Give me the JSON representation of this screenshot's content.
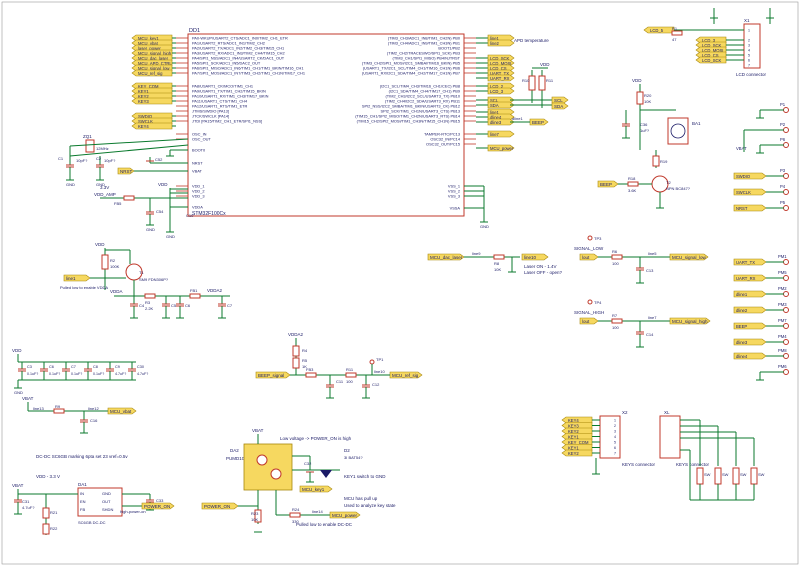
{
  "colors": {
    "wire": "#0b7a2e",
    "component": "#c0392b",
    "text": "#1a1a66",
    "net_tag": "#f6d860"
  },
  "mcu": {
    "ref": "DD1",
    "part": "STM32F100Cx",
    "left_pins": [
      "PA0-WKUP/USART2_CTS/ADC1_IN0/TIM2_CH1_ETR",
      "PA1/USART2_RTS/ADC1_IN1/TIM2_CH2",
      "PA2/USART2_TX/ADC1_IN2/TIM2_CH3/TIM15_CH1",
      "PA3/USART2_RX/ADC1_IN3/TIM2_CH4/TIM15_CH2",
      "PA4/SPI1_NSS/ADC1_IN4/USART2_CK/DAC1_OUT",
      "PA5/SPI1_SCK/ADC1_IN5/DAC2_OUT",
      "PA6/SPI1_MISO/ADC1_IN6/TIM1_CH1/TIM1_BKIN/TIM16_CH1",
      "PA7/SPI1_MOSI/ADC1_IN7/TIM3_CH2/TIM1_CH1N/TIM17_CH1",
      "PA8/USART1_CK/MCO/TIM1_CH1",
      "PA9/USART1_TX/TIM1_CH2/TIM15_BKIN",
      "PA10/USART1_RX/TIM1_CH3/TIM17_BKIN",
      "PA11/USART1_CTS/TIM1_CH4",
      "PA12/USART1_RTS/TIM1_ETR",
      "JTMS/SWDIO [PA13]",
      "JTCK/SWCLK [PA14]",
      "JTDI [PA15/TIM2_CH1_ETR/SPI1_NSS]",
      "OSC_IN",
      "OSC_OUT",
      "BOOT0",
      "NRST",
      "VBAT",
      "VDD_1",
      "VDD_2",
      "VDD_3",
      "VDDA"
    ],
    "right_pins": [
      "(TIM3_CH3/ADC1_IN8/TIM1_CH2N) PB0",
      "(TIM3_CH4/ADC1_IN9/TIM1_CH3N) PB1",
      "BOOT1/PB2",
      "(TIM2_CH2/TRACESWO/SPI1_SCK) PB3",
      "(TIM3_CH1/SPI1_MISO) PB4/NJTRST",
      "(TIM3_CH2/SPI1_MOSI/I2C1_SMBAl/TIM16_BKIN) PB5",
      "(USART1_TX/I2C1_SCL/TIM4_CH1/TIM16_CH1N) PB6",
      "(USART1_RX/I2C1_SDA/TIM4_CH2/TIM17_CH1N) PB7",
      "(I2C1_SCL/TIM4_CH3/TIM16_CH1/CEC) PB8",
      "(I2C1_SDA/TIM4_CH4/TIM17_CH1) PB9",
      "(TIM2_CH3/I2C2_SCL/USART3_TX) PB10",
      "(TIM2_CH4/I2C2_SDA/USART3_RX) PB11",
      "SPI2_NSS/I2C2_SMBA/TIM1_BKIN/USART3_CK) PB12",
      "SPI2_SCK/TIM1_CH1N/USART3_CTS) PB13",
      "(TIM15_CH1/SPI2_MISO/TIM1_CH2N/USART3_RTS) PB14",
      "(TIM15_CH2/SPI2_MOSI/TIM1_CH3N/TIM15_CH1N) PB15",
      "TAMPER-RTC/PC13",
      "OSC32_IN/PC14",
      "OSC32_OUT/PC15",
      "VSS_1",
      "VSS_2",
      "VSS_3",
      "VSSA"
    ],
    "left_tags": [
      "MCU_key1",
      "MCU_vbat",
      "laser_power",
      "MCU_signal_high",
      "MCU_dac_laser",
      "MCU_APD_CTRL",
      "MCU_signal_low",
      "MCU_ref_sig",
      "KEY_COM",
      "KEY1",
      "KEY2",
      "KEY3",
      "SWDIO",
      "SWCLK",
      "KEY4"
    ],
    "right_tags": [
      "line1",
      "line2",
      "LCD_SCK",
      "LCD_MOSI",
      "LCD_CS",
      "UART_TX",
      "UART_RX",
      "LCD_2",
      "LCD_3",
      "SCL",
      "SDA",
      "line1",
      "dline4",
      "dline3",
      "line7",
      "MCU_power"
    ],
    "right_tag_pb0_note": "APD temperature",
    "beep_tag": "BEEP",
    "nrst_tag": "NRST"
  },
  "components": {
    "zq1": {
      "ref": "ZQ1",
      "val": "12MHz"
    },
    "c1": {
      "ref": "C1",
      "val": "10pF?"
    },
    "c2": {
      "ref": "C2",
      "val": "10pF?"
    },
    "c52": {
      "ref": "C52",
      "val": "?"
    },
    "c54": {
      "ref": "C54",
      "val": "?"
    },
    "c10": {
      "ref": "C10",
      "val": "?"
    },
    "fb5": {
      "ref": "FB5",
      "val": "?"
    },
    "vdd_amp": "VDD_AMP",
    "v33": "3.3V",
    "r2": {
      "ref": "R2",
      "val": "100K"
    },
    "t1": {
      "ref": "T1",
      "val": "SM9 FDN306P?"
    },
    "t1_note": "Pulled low to enable VDDA",
    "r3": {
      "ref": "R3",
      "val": "2.2K"
    },
    "c4": {
      "ref": "C4",
      "val": "?"
    },
    "c5": {
      "ref": "C5",
      "val": "?"
    },
    "c6": {
      "ref": "C6",
      "val": "?"
    },
    "c7": {
      "ref": "C7",
      "val": "?"
    },
    "fb1": {
      "ref": "FB1",
      "val": "?"
    },
    "vdda": "VDDA",
    "vdda2": "VDDA2",
    "line1": "line1",
    "decoupling": [
      {
        "ref": "C3",
        "val": "0.1uF?"
      },
      {
        "ref": "C6",
        "val": "0.1uF?"
      },
      {
        "ref": "C7",
        "val": "0.1uF?"
      },
      {
        "ref": "C8",
        "val": "0.1uF?"
      },
      {
        "ref": "C9",
        "val": "4.7uF?"
      },
      {
        "ref": "C30",
        "val": "4.7uF?"
      }
    ],
    "vdd": "VDD",
    "vbat": "VBAT",
    "r9": {
      "ref": "R9",
      "val": "?"
    },
    "c16": {
      "ref": "C16",
      "val": "?"
    },
    "line13": "line13",
    "line12": "line12",
    "mcu_vbat": "MCU_vbat",
    "r4": {
      "ref": "R4",
      "val": "?"
    },
    "r5": {
      "ref": "R5",
      "val": "1K"
    },
    "fb3": {
      "ref": "FB3",
      "val": "?"
    },
    "c11": {
      "ref": "C11",
      "val": "?"
    },
    "c12": {
      "ref": "C12",
      "val": "?"
    },
    "r11": {
      "ref": "R11",
      "val": "100"
    },
    "beep_signal": "BEEP_signal",
    "mcu_ref_sig": "MCU_ref_sig",
    "line10": "line10",
    "tp1": "TP1",
    "dc_note": "DC-DC SC6GB marking 6pta set 23 vref=0.5v",
    "vdd_33": "VDD - 3.3 V",
    "da1": {
      "ref": "DA1",
      "part": "SC6GB DC-DC",
      "pins": [
        "IN",
        "GND",
        "EN",
        "OUT",
        "FB",
        "SHDN"
      ]
    },
    "c31": {
      "ref": "C31",
      "val": "4.7uF?"
    },
    "c33": {
      "ref": "C33",
      "val": "?"
    },
    "r21": {
      "ref": "R21",
      "val": "?"
    },
    "r22": {
      "ref": "R22",
      "val": "?"
    },
    "power_on": "POWER_ON",
    "high_power_on": "high-power-on",
    "da2": {
      "ref": "DA2",
      "part": "PUMD10"
    },
    "low_note": "Low voltage -> POWER_ON is high",
    "c32": {
      "ref": "C32",
      "val": "?"
    },
    "d2": {
      "ref": "D2",
      "val": "3I BAT54?"
    },
    "key1_note": "KEY1 switch to GND",
    "mcu_key1": "MCU_key1",
    "pullup_note": "MCU has pull up",
    "analog_note": "Used to analyze key state",
    "r23": {
      "ref": "R23",
      "val": "10K"
    },
    "r24": {
      "ref": "R24",
      "val": "330"
    },
    "line14": "line14",
    "mcu_power": "MCU_power",
    "dcdc_note": "Pulled low to enable DC-DC",
    "vdd_top": "VDD",
    "r20": {
      "ref": "R20",
      "val": "10K"
    },
    "c36": {
      "ref": "C36",
      "val": "1uF?"
    },
    "ba1": {
      "ref": "BA1",
      "val": ""
    },
    "r19": {
      "ref": "R19",
      "val": "?"
    },
    "r18": {
      "ref": "R18",
      "val": "3.6K"
    },
    "t2": {
      "ref": "T2",
      "val": "NPN BC847?"
    },
    "beep": "BEEP",
    "lcd": {
      "ref": "X1",
      "name": "LCD connector",
      "tags": [
        "LCD_5",
        "LCD_3",
        "LCD_SCK",
        "LCD_MOSI",
        "LCD_CS",
        "LCD_SCK"
      ],
      "r1": {
        "ref": "R1",
        "val": "47"
      }
    },
    "r10": "R10",
    "r11b": "R11",
    "scl": "SCL",
    "sda": "SDA",
    "laser": {
      "tag": "MCU_dac_laser",
      "line": "line9",
      "r8": {
        "ref": "R8",
        "val": "10K"
      },
      "line10": "line10",
      "note1": "Laser ON - 1.4V",
      "note2": "Laser OFF - open?"
    },
    "sig_low": {
      "tp": "TP3",
      "label": "SIGNAL_LOW",
      "src": "lout",
      "r": {
        "ref": "R6",
        "val": "100"
      },
      "c": {
        "ref": "C13",
        "val": "?"
      },
      "line": "line5",
      "tag": "MCU_signal_low"
    },
    "sig_high": {
      "tp": "TP4",
      "label": "SIGNAL_HIGH",
      "src": "lout",
      "r": {
        "ref": "R7",
        "val": "100"
      },
      "c": {
        "ref": "C14",
        "val": "?"
      },
      "line": "line7",
      "tag": "MCU_signal_high"
    },
    "test_points": [
      {
        "ref": "P1",
        "tag": ""
      },
      {
        "ref": "P2",
        "tag": "VBAT"
      },
      {
        "ref": "P3",
        "tag": "SWDIO"
      },
      {
        "ref": "P4",
        "tag": "SWCLK"
      },
      {
        "ref": "P5",
        "tag": "NRST"
      },
      {
        "ref": "P6",
        "tag": ""
      }
    ],
    "pm": [
      {
        "ref": "PM1",
        "tag": "UART_TX"
      },
      {
        "ref": "PM5",
        "tag": "UART_RX"
      },
      {
        "ref": "PM2",
        "tag": "dline1"
      },
      {
        "ref": "PM3",
        "tag": "dline2"
      },
      {
        "ref": "PM7",
        "tag": "BEEP"
      },
      {
        "ref": "PM4",
        "tag": "dline3"
      },
      {
        "ref": "PM8",
        "tag": "dline4"
      },
      {
        "ref": "PM6",
        "tag": ""
      }
    ],
    "keys": {
      "ref": "X2",
      "name": "KEYS connector",
      "tags": [
        "KEY4",
        "KEY3",
        "KEY2",
        "KEY1",
        "KEY_COM",
        "KEY1",
        "KEY2"
      ],
      "xl": {
        "ref": "XL",
        "name": "KEYS connector"
      },
      "sw": [
        "SW",
        "SW",
        "SW",
        "SW"
      ]
    }
  }
}
